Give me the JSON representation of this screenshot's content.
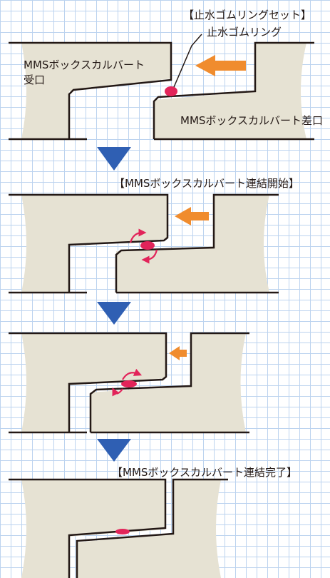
{
  "labels": {
    "ring_set": "【止水ゴムリングセット】",
    "ring": "止水ゴムリング",
    "receive_line1": "MMSボックスカルバート",
    "receive_line2": "受口",
    "insert": "MMSボックスカルバート差口",
    "start": "【MMSボックスカルバート連結開始】",
    "complete": "【MMSボックスカルバート連結完了】"
  },
  "colors": {
    "concrete": "#e6e2d3",
    "outline": "#231815",
    "push_arrow": "#f08c2e",
    "rubber_ring": "#e2245a",
    "step_arrow": "#2f5fb3",
    "grid": "#bcd3ef"
  },
  "steps": [
    "setup",
    "connection-start",
    "connection-progress",
    "connection-complete"
  ],
  "push_strength": [
    "large",
    "medium",
    "small",
    "none"
  ]
}
